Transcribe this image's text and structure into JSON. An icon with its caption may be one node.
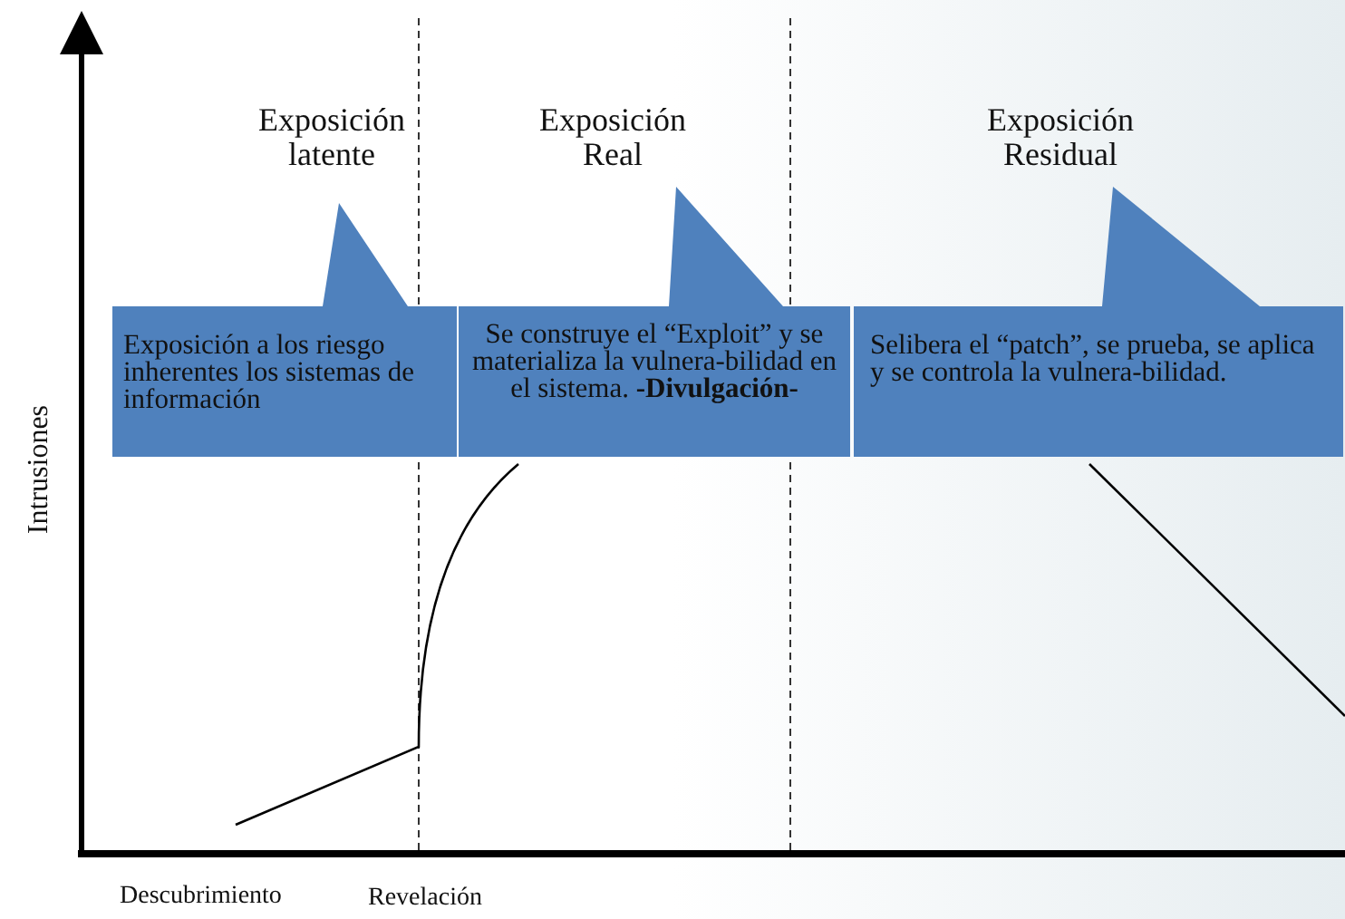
{
  "diagram": {
    "nodes": [
      {
        "text": [
          "Exposición latente",
          "Exposición a los riesgo inherentes los sistemas de información"
        ]
      },
      {
        "text": [
          "Exposición Real",
          "Se construye el “Exploit” y se materializa la vulnera-bilidad en el sistema. **-Divulgación-**"
        ]
      },
      {
        "text": [
          "Exposición Residual",
          "Selibera el “patch”, se prueba, se aplica y se controla la vulnera-bilidad."
        ]
      }
    ],
    "labels": [
      "Intrusiones",
      "Descubrimiento",
      "Revelación"
    ]
  }
}
